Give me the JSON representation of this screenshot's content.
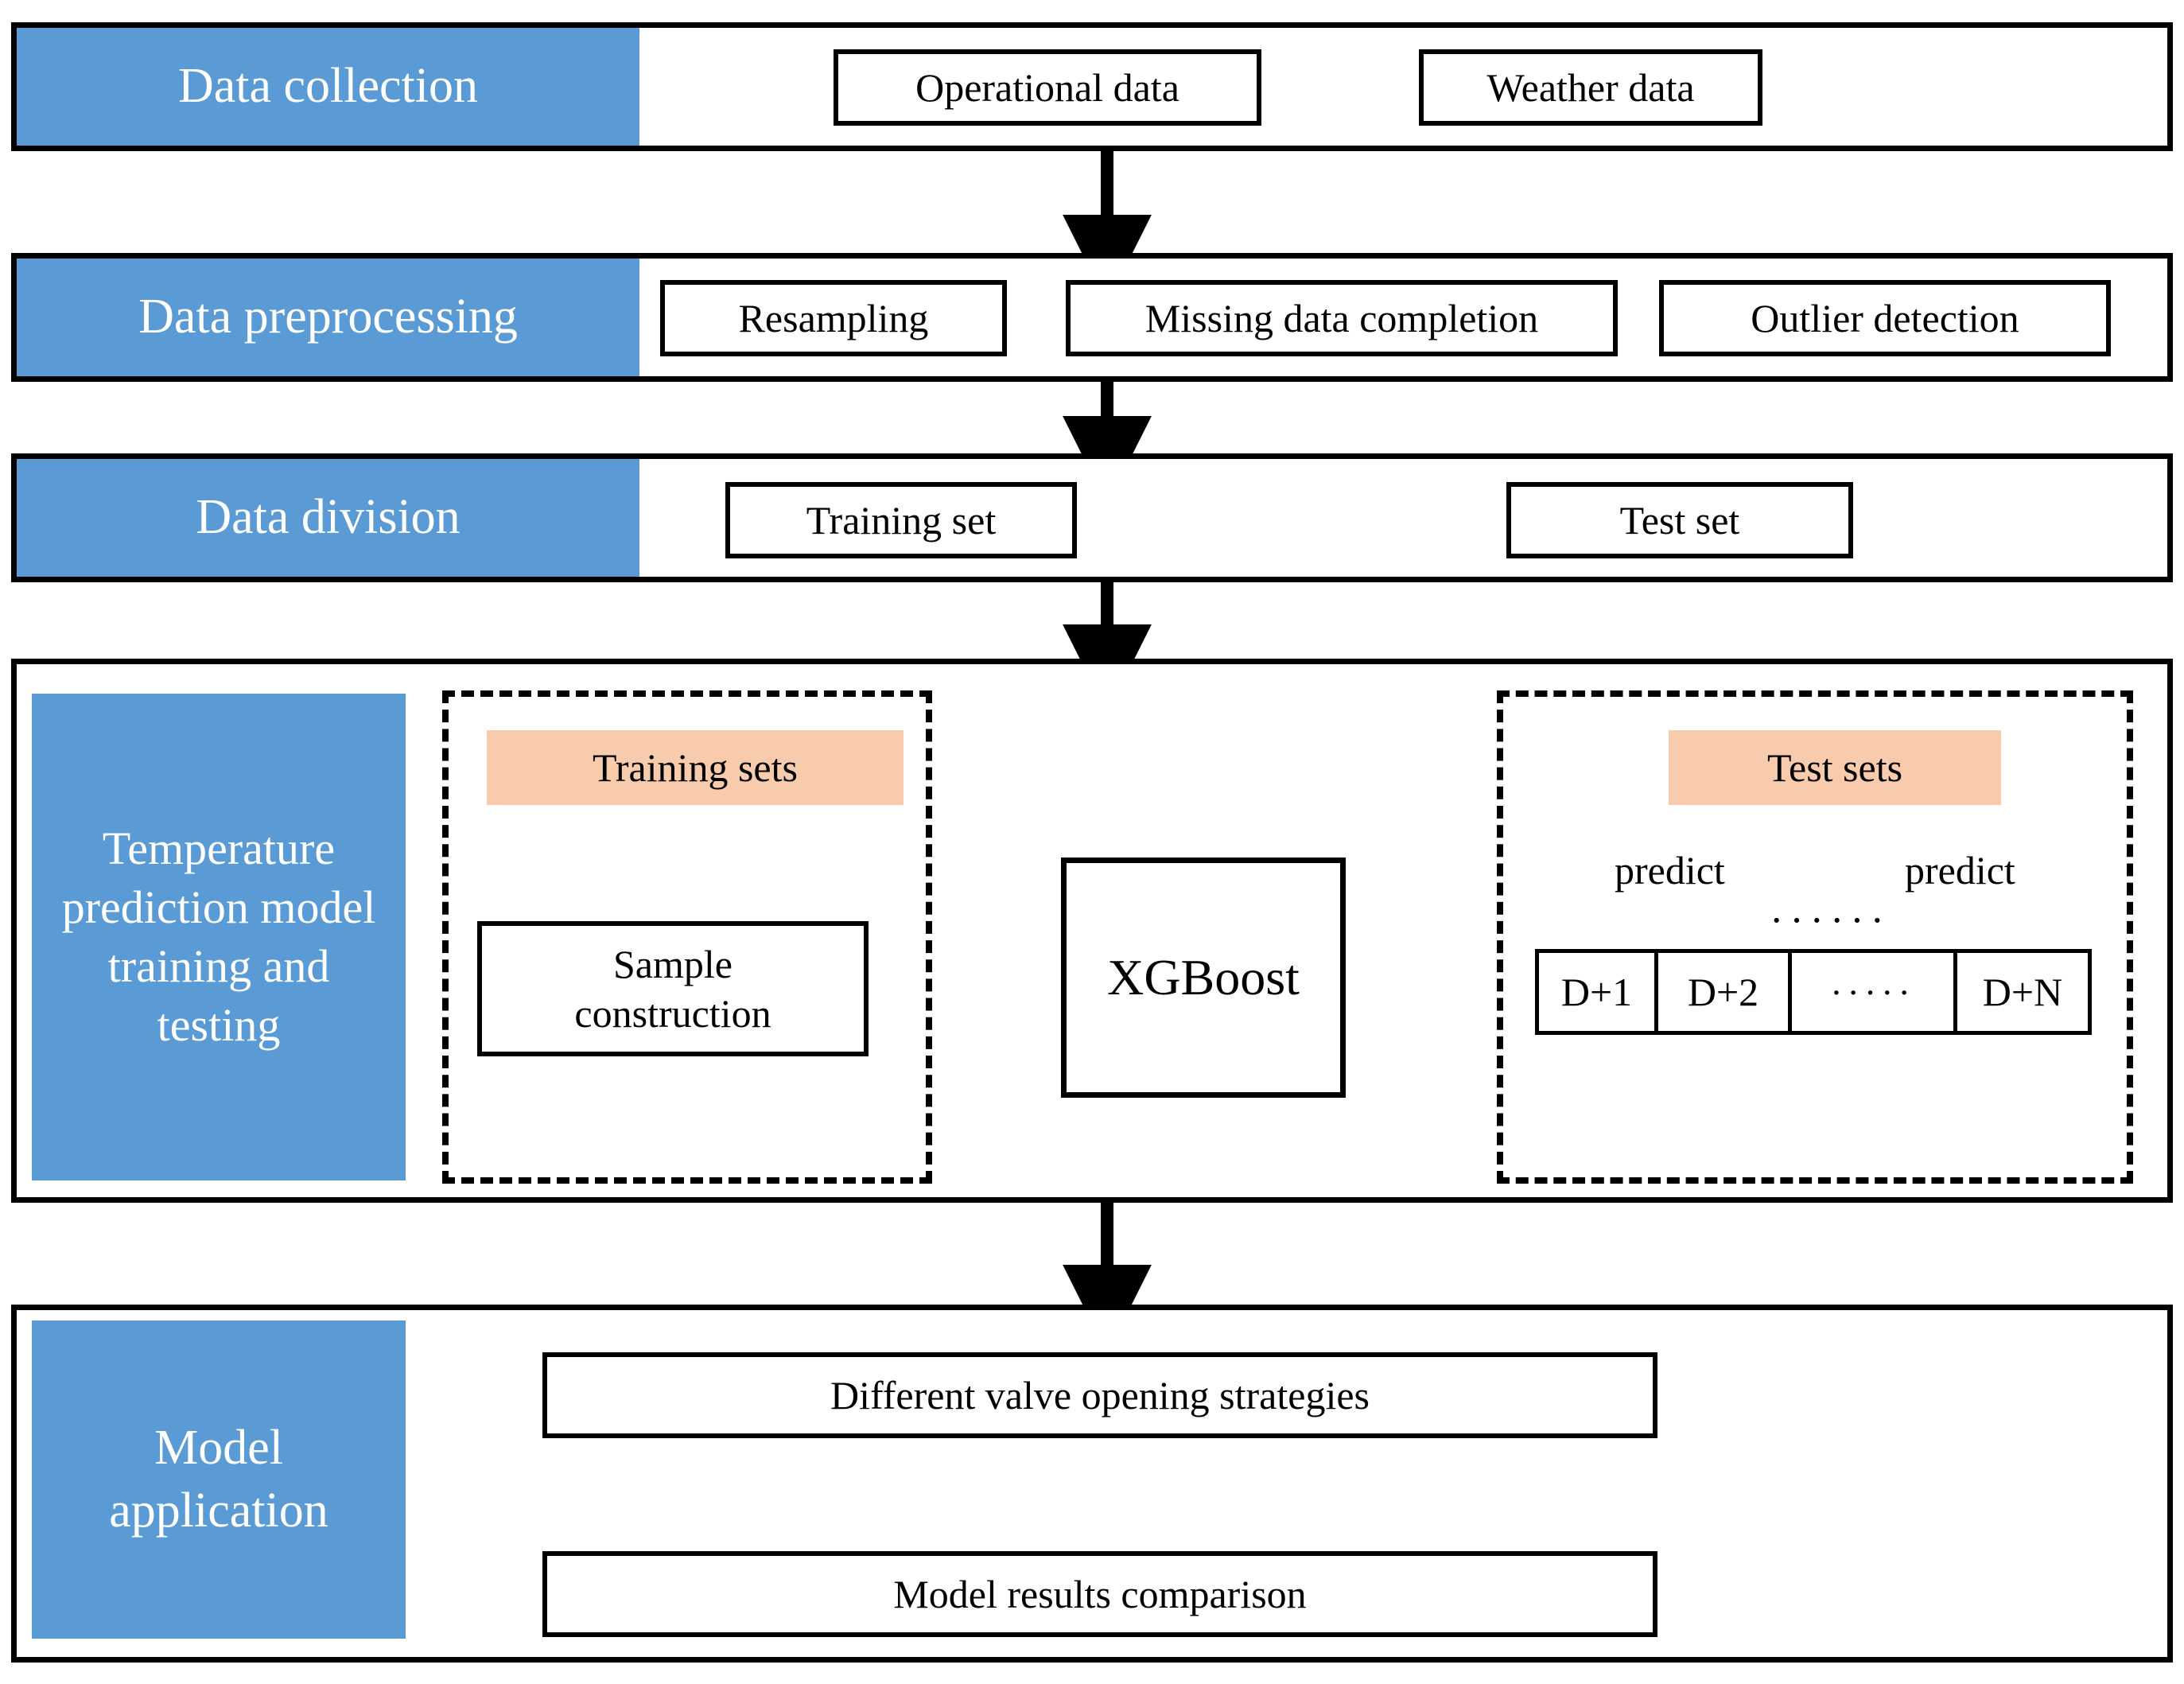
{
  "figure": {
    "type": "flowchart",
    "title": "Temperature prediction modelling workflow",
    "colors": {
      "stage_label_fill": "#5B9BD5",
      "stage_label_text": "#FFFFFF",
      "tag_fill": "#F8CBAD",
      "box_border": "#000000",
      "box_fill": "#FFFFFF",
      "canvas": "#FFFFFF"
    }
  },
  "stages": [
    {
      "id": "data-collection",
      "label": "Data collection",
      "boxes": [
        {
          "label": "Operational data"
        },
        {
          "label": "Weather data"
        }
      ]
    },
    {
      "id": "data-preprocessing",
      "label": "Data preprocessing",
      "boxes": [
        {
          "label": "Resampling"
        },
        {
          "label": "Missing data completion"
        },
        {
          "label": "Outlier detection"
        }
      ]
    },
    {
      "id": "data-division",
      "label": "Data division",
      "boxes": [
        {
          "label": "Training set"
        },
        {
          "label": "Test set"
        }
      ]
    },
    {
      "id": "model-training",
      "label": "Temperature prediction model training and testing",
      "training_group": {
        "tag": "Training sets",
        "boxes": [
          {
            "label": "Sample construction"
          }
        ]
      },
      "model": {
        "label": "XGBoost"
      },
      "test_group": {
        "tag": "Test sets",
        "predict_labels": [
          "predict",
          "predict"
        ],
        "ellipsis_top": "······",
        "cells": [
          "D+1",
          "D+2",
          "·····",
          "D+N"
        ]
      }
    },
    {
      "id": "model-application",
      "label": "Model application",
      "boxes": [
        {
          "label": "Different valve opening strategies"
        },
        {
          "label": "Model results comparison"
        }
      ]
    }
  ],
  "connectors": [
    {
      "id": "collection-to-preprocessing",
      "kind": "vertical-thick-arrow"
    },
    {
      "id": "preprocessing-to-division",
      "kind": "vertical-thick-arrow"
    },
    {
      "id": "division-to-training",
      "kind": "vertical-thick-arrow"
    },
    {
      "id": "sample-to-xgboost",
      "kind": "horizontal-arrow"
    },
    {
      "id": "xgboost-to-testsets",
      "kind": "horizontal-arrow"
    },
    {
      "id": "predict-arc-1",
      "kind": "curved-predict-arrow"
    },
    {
      "id": "predict-arc-2",
      "kind": "curved-predict-arrow"
    },
    {
      "id": "training-to-application",
      "kind": "vertical-thick-arrow"
    },
    {
      "id": "strategies-to-comparison",
      "kind": "vertical-thin-arrow"
    }
  ]
}
